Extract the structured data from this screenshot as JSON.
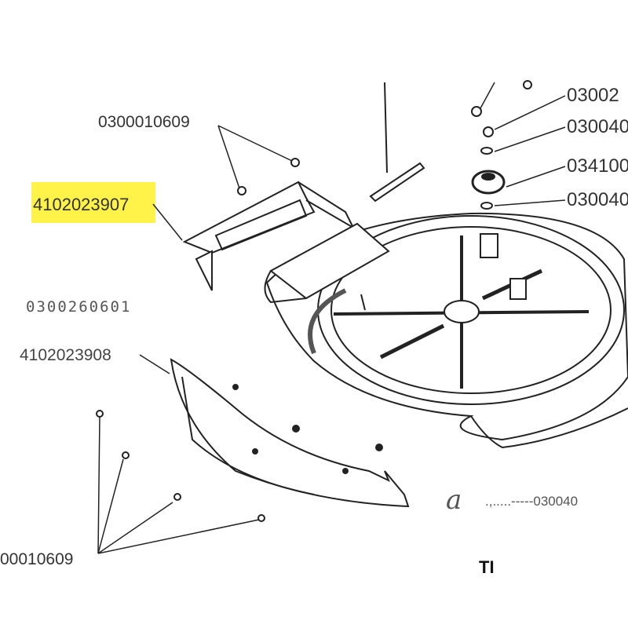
{
  "diagram": {
    "highlight_color": "#fff34a",
    "labels": {
      "bolt_top": "0300010609",
      "bracket_highlighted": "4102023907",
      "part_mid": "0300260601",
      "guard": "4102023908",
      "bolt_bottom": "00010609",
      "right_1": "03002",
      "right_2": "030040",
      "right_3": "034100",
      "right_4": "030040",
      "annotation_letter": "a",
      "annotation_ref": ".,.....-----030040",
      "bottom_fragment": "TI"
    }
  }
}
